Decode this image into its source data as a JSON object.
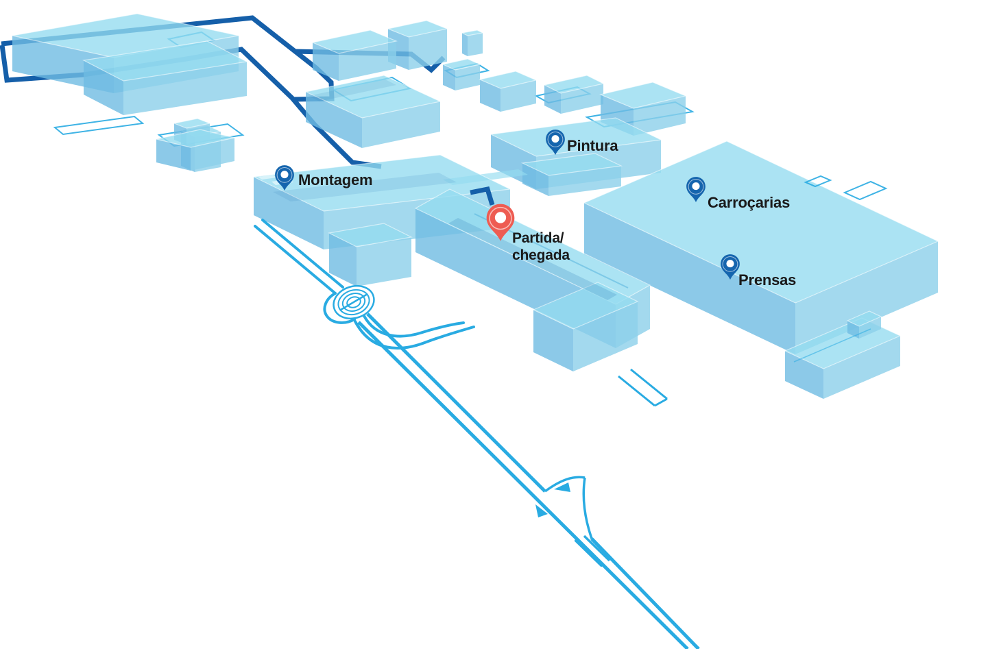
{
  "map": {
    "name": "factory-site-map",
    "pins": [
      {
        "id": "montagem",
        "label": "Montagem",
        "type": "location",
        "color": "#1565ae"
      },
      {
        "id": "pintura",
        "label": "Pintura",
        "type": "location",
        "color": "#1565ae"
      },
      {
        "id": "carrocarias",
        "label": "Carroçarias",
        "type": "location",
        "color": "#1565ae"
      },
      {
        "id": "prensas",
        "label": "Prensas",
        "type": "location",
        "color": "#1565ae"
      },
      {
        "id": "partida-chegada",
        "label_line1": "Partida/",
        "label_line2": "chegada",
        "type": "start-finish",
        "color": "#ee5c52"
      }
    ],
    "colors": {
      "background": "#ffffff",
      "building_top": "#a6e1f2",
      "building_side_left": "#84c5e5",
      "building_side_right": "#9dd8ee",
      "route_line": "#155fa9",
      "road_line": "#29abe2",
      "pin_location": "#1565ae",
      "pin_start_finish": "#ee5c52",
      "label_text": "#1a1a1a"
    }
  }
}
